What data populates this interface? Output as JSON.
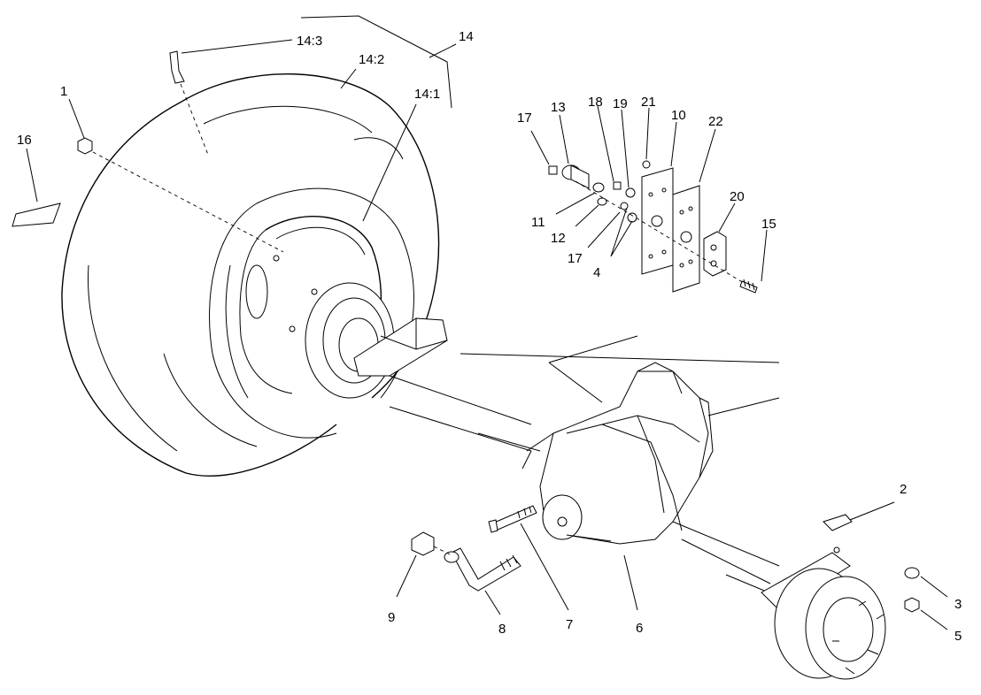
{
  "labels": {
    "l1": "1",
    "l2": "2",
    "l3": "3",
    "l4": "4",
    "l5": "5",
    "l6": "6",
    "l7": "7",
    "l8": "8",
    "l9": "9",
    "l10": "10",
    "l11": "11",
    "l12": "12",
    "l13": "13",
    "l14": "14",
    "l14_1": "14:1",
    "l14_2": "14:2",
    "l14_3": "14:3",
    "l15": "15",
    "l16": "16",
    "l17a": "17",
    "l17b": "17",
    "l18": "18",
    "l19": "19",
    "l20": "20",
    "l21": "21",
    "l22": "22"
  }
}
